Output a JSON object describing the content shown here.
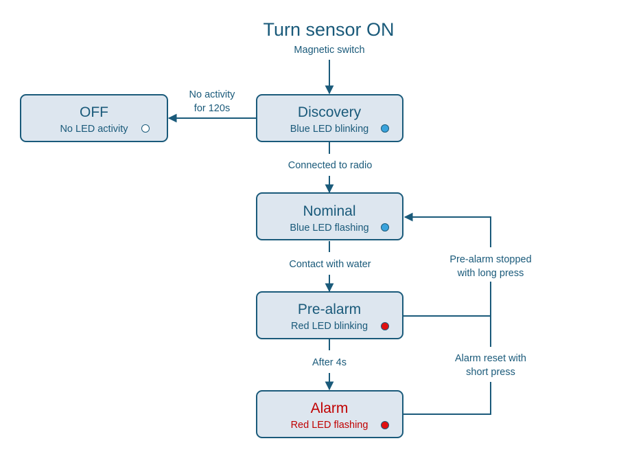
{
  "title": "Turn sensor ON",
  "start_label": "Magnetic switch",
  "colors": {
    "primary": "#1a5a7a",
    "box_fill": "#dde6ef",
    "alarm": "#c00000",
    "led_blue": "#3aa3dc",
    "led_red": "#e01010",
    "led_off": "#ffffff"
  },
  "states": {
    "off": {
      "name": "OFF",
      "led": "No LED activity",
      "led_color": "off"
    },
    "discovery": {
      "name": "Discovery",
      "led": "Blue LED blinking",
      "led_color": "blue"
    },
    "nominal": {
      "name": "Nominal",
      "led": "Blue LED flashing",
      "led_color": "blue"
    },
    "prealarm": {
      "name": "Pre-alarm",
      "led": "Red LED blinking",
      "led_color": "red"
    },
    "alarm": {
      "name": "Alarm",
      "led": "Red LED flashing",
      "led_color": "red"
    }
  },
  "transitions": {
    "to_off": {
      "line1": "No activity",
      "line2": "for 120s"
    },
    "to_nominal": "Connected to radio",
    "to_prealarm": "Contact with water",
    "to_alarm": "After 4s",
    "prealarm_stop": {
      "line1": "Pre-alarm stopped",
      "line2": "with long press"
    },
    "alarm_reset": {
      "line1": "Alarm reset with",
      "line2": "short press"
    }
  }
}
